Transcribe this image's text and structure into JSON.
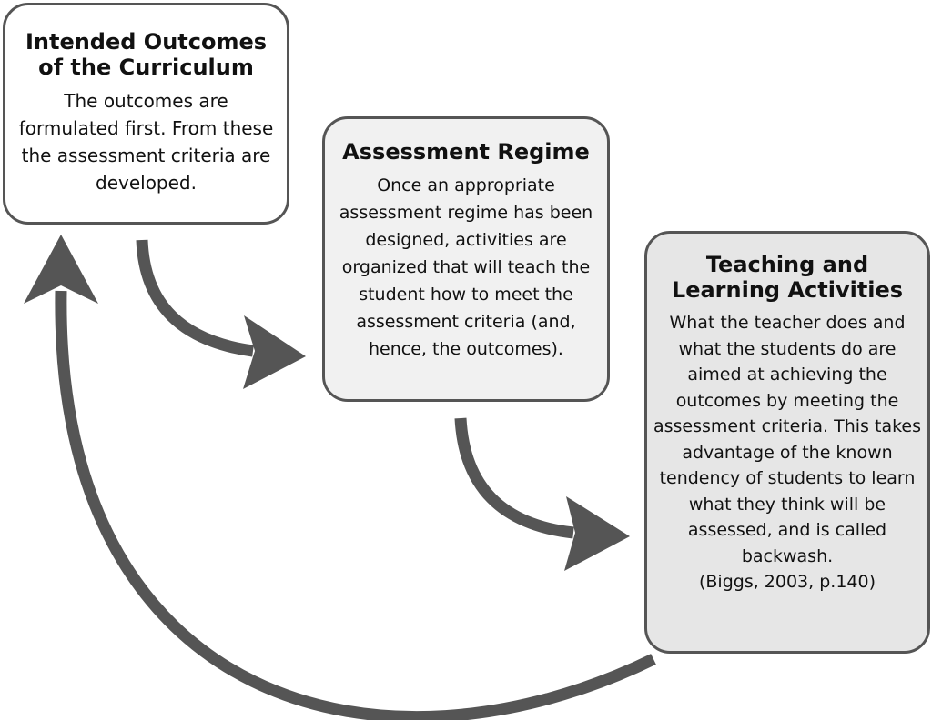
{
  "boxes": {
    "outcomes": {
      "title": "Intended Outcomes of the Curriculum",
      "text": "The outcomes are formulated first. From these the assessment criteria are developed."
    },
    "assessment": {
      "title": "Assessment Regime",
      "text": "Once an appropriate assessment regime has been designed, activities are organized that will teach the student how to meet the assessment criteria (and, hence, the outcomes)."
    },
    "teaching": {
      "title": "Teaching and Learning Activities",
      "text": "What the teacher does and what the students do are aimed at achieving the outcomes by meeting the assessment criteria. This takes advantage of the known tendency of students to learn what they think will be assessed, and is called backwash.",
      "citation": "(Biggs, 2003, p.140)"
    }
  },
  "colors": {
    "arrow": "#555555",
    "border": "#555555",
    "outcomes_fill": "#ffffff",
    "assessment_fill": "#f1f1f1",
    "teaching_fill": "#e6e6e6"
  },
  "connections": [
    {
      "from": "outcomes",
      "to": "assessment"
    },
    {
      "from": "assessment",
      "to": "teaching"
    },
    {
      "from": "teaching",
      "to": "outcomes"
    }
  ]
}
